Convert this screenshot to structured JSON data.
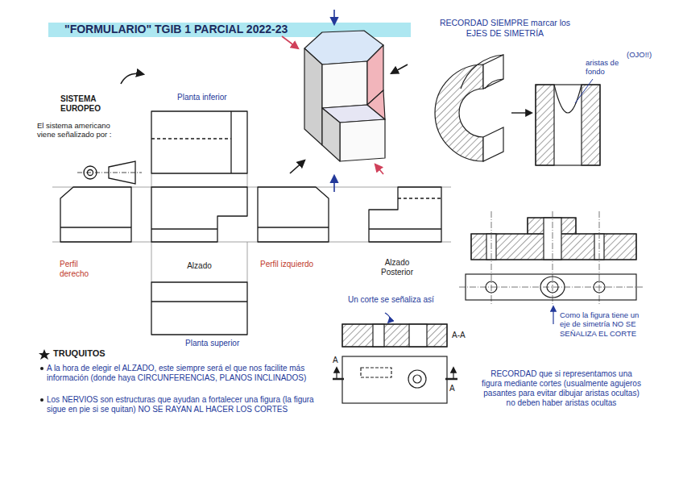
{
  "diagram": {
    "title": "\"FORMULARIO\" TGIB 1 PARCIAL 2022-23",
    "nodes": [
      {
        "text": [
          "Planta inferior"
        ]
      },
      {
        "text": [
          "Perfil derecho"
        ]
      },
      {
        "text": [
          "Alzado"
        ]
      },
      {
        "text": [
          "Perfil izquierdo"
        ]
      },
      {
        "text": [
          "Alzado Posterior"
        ]
      },
      {
        "text": [
          "Planta superior"
        ]
      }
    ],
    "labels": [
      "SISTEMA EUROPEO",
      "El sistema americano viene señalizado por :",
      "RECORDAD SIEMPRE marcar los EJES DE SIMETRÍA",
      "aristas de fondo",
      "(OJO!!)",
      "Un corte se señaliza así",
      "A-A",
      "A",
      "A",
      "Como la figura tiene un eje de simetría NO SE SEÑALIZA EL CORTE",
      "TRUQUITOS",
      "A la hora de elegir el ALZADO, este siempre será el que nos facilite más información (donde haya CIRCUNFERENCIAS, PLANOS INCLINADOS)",
      "Los NERVIOS son estructuras que ayudan a fortalecer una figura (la figura sigue en pie si se quitan) NO SE RAYAN AL HACER LOS CORTES",
      "RECORDAD que si representamos una figura mediante cortes (usualmente agujeros pasantes para evitar dibujar aristas ocultas) no deben haber aristas ocultas"
    ]
  }
}
